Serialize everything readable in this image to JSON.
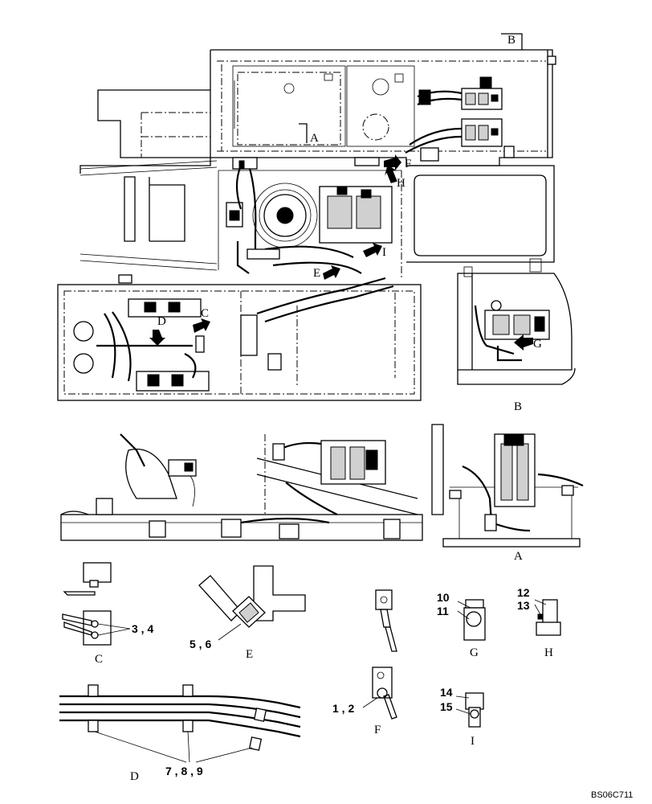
{
  "views": {
    "top_view_ref": "B",
    "frame_ref_a": "A",
    "view_b": "B",
    "view_a": "A"
  },
  "callouts": {
    "f": "F",
    "h": "H",
    "i": "I",
    "e": "E",
    "g": "G",
    "c": "C",
    "d": "D"
  },
  "details": {
    "c": {
      "letter": "C",
      "parts": "3 , 4"
    },
    "e": {
      "letter": "E",
      "parts": "5 , 6"
    },
    "f": {
      "letter": "F",
      "parts": "1 , 2"
    },
    "g": {
      "letter": "G",
      "parts_top": "10",
      "parts_bottom": "11"
    },
    "h": {
      "letter": "H",
      "parts_top": "12",
      "parts_bottom": "13"
    },
    "i": {
      "letter": "I",
      "parts_top": "14",
      "parts_bottom": "15"
    },
    "d": {
      "letter": "D",
      "parts": "7 , 8 , 9"
    }
  },
  "drawing_code": "BS06C711"
}
